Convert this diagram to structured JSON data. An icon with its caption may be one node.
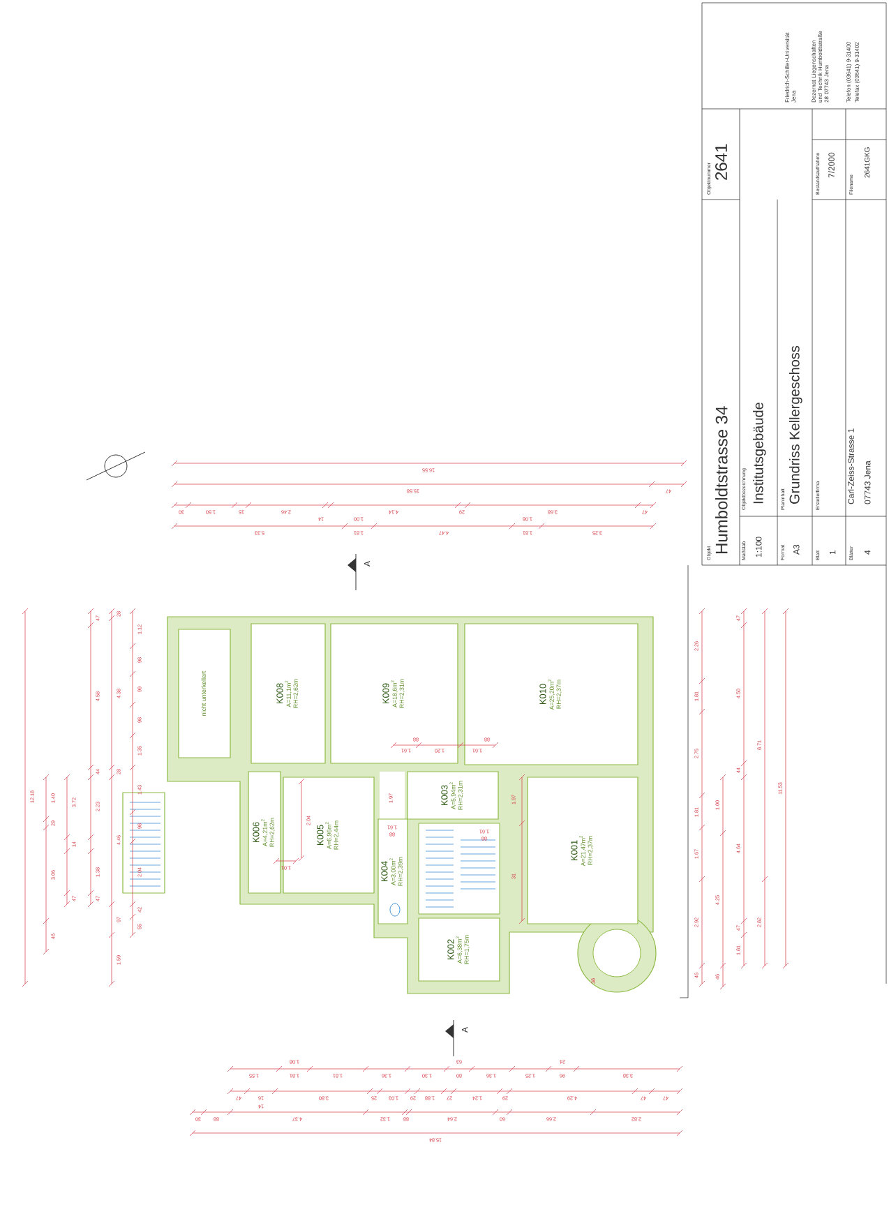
{
  "diagram": {
    "nodes": [
      {
        "text": [
          "nicht unterkellert"
        ]
      },
      {
        "text": [
          "K008",
          "A=11,1m$^{2}$",
          "RH=2,62m"
        ]
      },
      {
        "text": [
          "K009",
          "A=18,6m$^{2}$",
          "RH=2,31m"
        ]
      },
      {
        "text": [
          "K010",
          "A=25,20m$^{2}$",
          "RH=2,37m"
        ]
      },
      {
        "text": [
          "K006",
          "A=4,21m$^{2}$",
          "RH=2,62m"
        ]
      },
      {
        "text": [
          "K005",
          "A=6,96m$^{2}$",
          "RH=2,44m"
        ]
      },
      {
        "text": [
          "K004",
          "A=3,00m$^{2}$",
          "RH=2,39m"
        ]
      },
      {
        "text": [
          "K003",
          "A=5,94m$^{2}$",
          "RH=2,31m"
        ]
      },
      {
        "text": [
          "K002",
          "A=6,38m$^{2}$",
          "RH=1,75m"
        ]
      },
      {
        "text": [
          "K001",
          "A=21,47m$^{2}$",
          "RH=2,37m"
        ]
      }
    ],
    "labels": [
      "Objekt",
      "Humboldtstrasse 34",
      "Objektnummer",
      "2641",
      "Maßstab",
      "1:100",
      "Objektbezeichnung",
      "Institutsgebäude",
      "Format",
      "A3",
      "Planinhalt",
      "Grundriss Kellergeschoss",
      "Blatt",
      "1",
      "Erstellerfirma",
      "Blätter",
      "4",
      "Carl-Zeiss-Strasse 1",
      "07743 Jena",
      "Bestandsaufnahme",
      "7/2000",
      "Filename",
      "2641GKG",
      "Friedrich-Schiller-Universität Jena",
      "Dezernat Liegenschaften und Technik Humboldtstraße 28 07743 Jena",
      "Telefon (03641) 9-31400",
      "Telefax (03641) 9-31402",
      "16.55",
      "15.58",
      "47",
      "30",
      "1.50",
      "15",
      "2.46",
      "14",
      "4.14",
      "29",
      "3.68",
      "47",
      "5.33",
      "1.81",
      "1.00",
      "4.47",
      "1.81",
      "1.08",
      "3.25",
      "A",
      "A",
      "12.18",
      "1.40",
      "29",
      "3.06",
      "46",
      "3.72",
      "14",
      "47",
      "47",
      "4.58",
      "44",
      "2.23",
      "1.38",
      "47",
      "28",
      "4.38",
      "28",
      "4.46",
      "97",
      "1.59",
      "1.12",
      "98",
      "99",
      "98",
      "1.35",
      "1.43",
      "98",
      "2.04",
      "42",
      "55",
      "2.26",
      "1.81",
      "2.76",
      "1.81",
      "1.67",
      "2.92",
      "46",
      "1.00",
      "4.25",
      "46",
      "47",
      "4.50",
      "44",
      "4.64",
      "47",
      "1.81",
      "8.71",
      "2.82",
      "11.53",
      "1.55",
      "1.81",
      "1.08",
      "1.81",
      "1.36",
      "1.30",
      "80",
      "63",
      "1.36",
      "1.25",
      "96",
      "24",
      "3.38",
      "47",
      "16",
      "14",
      "3.80",
      "25",
      "1.03",
      "29",
      "1.88",
      "27",
      "1.24",
      "29",
      "4.29",
      "47",
      "47",
      "30",
      "88",
      "4.37",
      "1.32",
      "88",
      "2.64",
      "60",
      "2.66",
      "2.82",
      "15.84",
      "2.04",
      "1.01",
      "1.61",
      "88",
      "1.20",
      "1.61",
      "88",
      "1.97",
      "1.61",
      "88",
      "1.61",
      "88",
      "1.97",
      "31",
      "38"
    ]
  }
}
